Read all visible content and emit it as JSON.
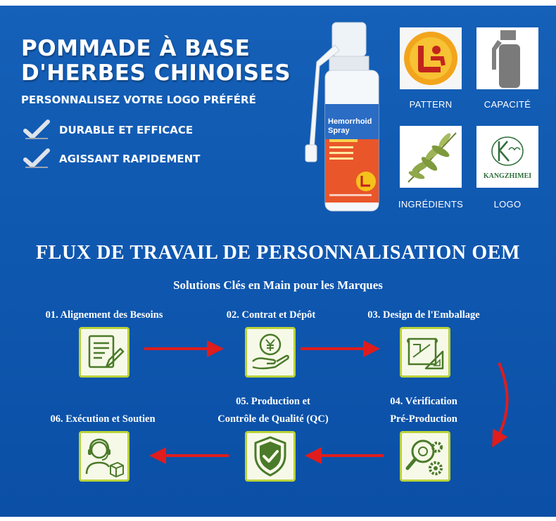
{
  "hero": {
    "title_line1": "POMMADE À BASE",
    "title_line2": "D'HERBES CHINOISES",
    "subtitle": "PERSONNALISEZ VOTRE LOGO PRÉFÉRÉ",
    "features": [
      "DURABLE ET EFFICACE",
      "AGISSANT RAPIDEMENT"
    ]
  },
  "product": {
    "brand_line1": "Hemorrhoid",
    "brand_line2": "Spray"
  },
  "options": [
    {
      "label": "PATTERN",
      "icon": "pattern-logo-icon"
    },
    {
      "label": "CAPACITÉ",
      "icon": "bottle-silhouette-icon"
    },
    {
      "label": "INGRÉDIENTS",
      "icon": "herb-leaf-icon"
    },
    {
      "label": "LOGO",
      "icon": "kangzhimei-logo-icon",
      "logo_text": "KANGZHIMEI"
    }
  ],
  "workflow": {
    "title": "FLUX DE TRAVAIL DE PERSONNALISATION OEM",
    "subtitle": "Solutions Clés en Main pour les Marques",
    "steps": [
      {
        "label": "01. Alignement des Besoins",
        "icon": "document-pen-icon"
      },
      {
        "label": "02. Contrat et Dépôt",
        "icon": "yen-coin-hand-icon"
      },
      {
        "label": "03. Design de l'Emballage",
        "icon": "blueprint-ruler-icon"
      },
      {
        "label_line1": "04. Vérification",
        "label_line2": "Pré-Production",
        "icon": "magnifier-gear-icon"
      },
      {
        "label_line1": "05. Production et",
        "label_line2": "Contrôle de Qualité (QC)",
        "icon": "shield-check-icon"
      },
      {
        "label": "06. Exécution et Soutien",
        "icon": "support-agent-box-icon"
      }
    ]
  },
  "colors": {
    "accent_green": "#b9d23a",
    "arrow_red": "#e01c1c",
    "icon_green": "#4a7a2a"
  }
}
